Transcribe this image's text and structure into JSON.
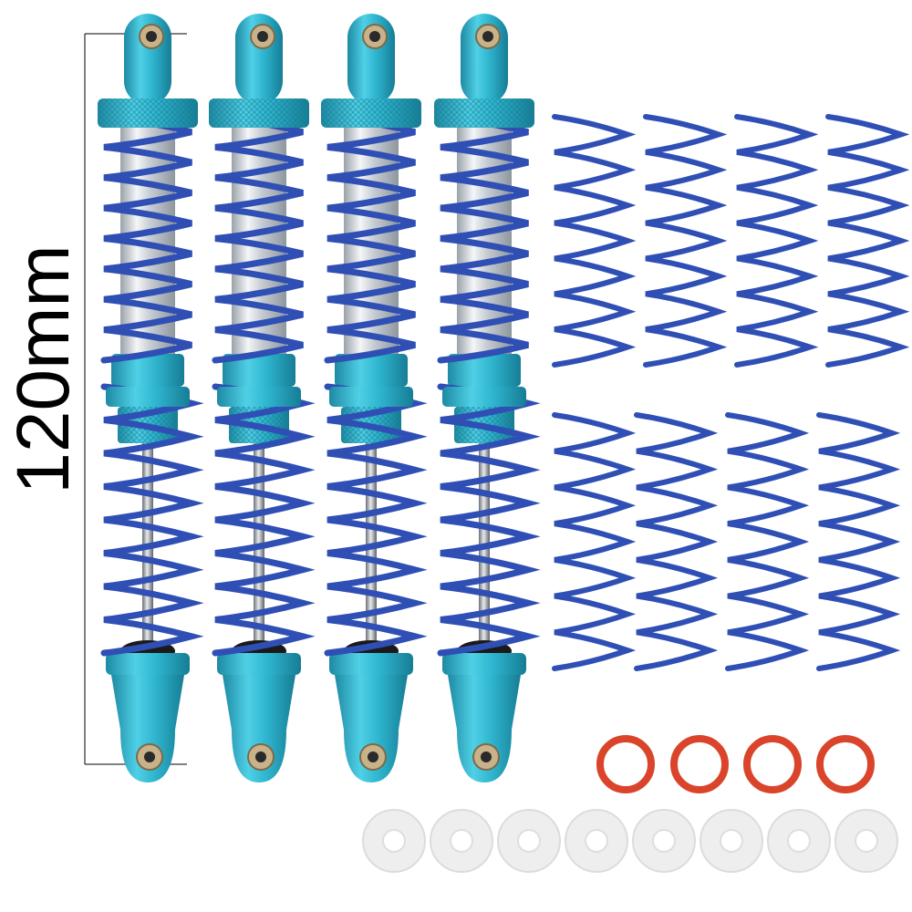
{
  "dimension": {
    "label": "120mm"
  },
  "counts": {
    "shocks": 4,
    "springs": 8,
    "o_rings": 4,
    "washers": 8
  },
  "colors": {
    "background": "#ffffff",
    "anodized_aluminum": "#2fb5cf",
    "spring_blue": "#2f4fb5",
    "chrome": "#d9dde2",
    "o_ring": "#d9442a",
    "washer": "#eeeeee"
  }
}
